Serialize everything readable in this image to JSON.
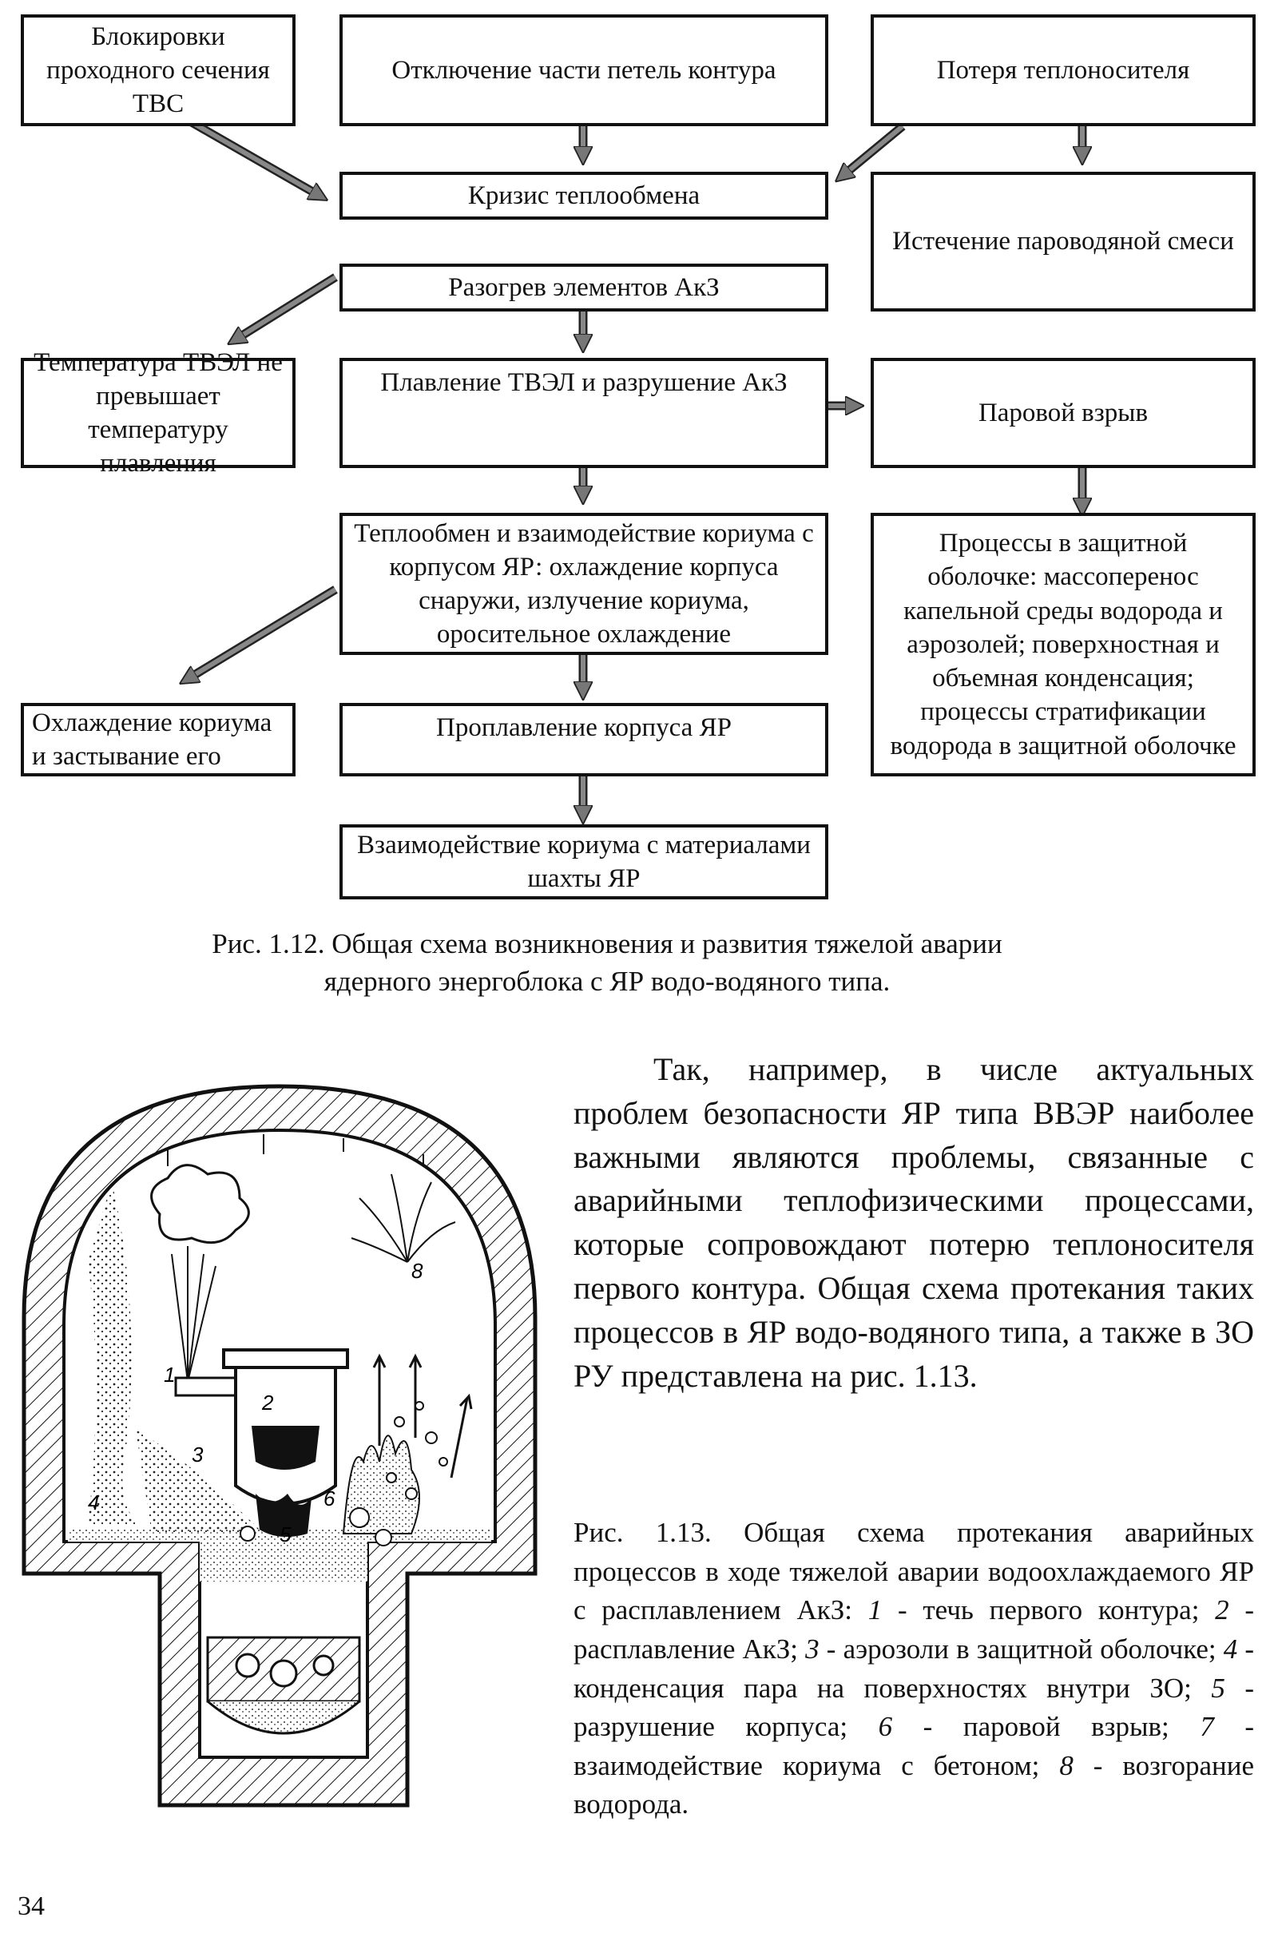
{
  "flowchart": {
    "boxes": {
      "blockage": "Блокировки проходного сечения ТВС",
      "loops_off": "Отключение части петель контура",
      "coolant_loss": "Потеря теплоносителя",
      "heat_crisis": "Кризис теплообмена",
      "steam_outflow": "Истечение пароводяной смеси",
      "core_heating": "Разогрев элементов АкЗ",
      "temp_ok": "Температура ТВЭЛ не превышает температуру плавления",
      "fuel_melting": "Плавление ТВЭЛ и разрушение АкЗ",
      "steam_explosion": "Паровой взрыв",
      "corium_vessel": "Теплообмен и взаимодействие кориума с корпусом ЯР: охлаждение корпуса снаружи, излучение кориума, оросительное охлаждение",
      "containment": "Процессы в защитной оболочке: массоперенос капельной среды водорода и аэрозолей; поверхностная и объемная конденсация; процессы стратификации водорода в защитной оболочке",
      "corium_cooling": "Охлаждение кориума и застывание его",
      "vessel_melt": "Проплавление корпуса ЯР",
      "corium_shaft": "Взаимодействие кориума с материалами шахты ЯР"
    },
    "caption_line1": "Рис. 1.12. Общая схема возникновения и развития тяжелой аварии",
    "caption_line2": "ядерного энергоблока с ЯР водо-водяного типа."
  },
  "figure": {
    "labels": [
      "1",
      "2",
      "3",
      "4",
      "5",
      "6",
      "8"
    ]
  },
  "body_text": "Так, например, в числе актуальных проблем безопасности ЯР типа ВВЭР наиболее важными являются проблемы, связанные с аварийными теплофизическими процессами, которые сопровождают потерю теплоносителя первого контура. Общая схема протекания таких процессов в ЯР водо-водяного типа, а также в ЗО РУ представлена на рис. 1.13.",
  "caption2": {
    "prefix": "Рис. 1.13. Общая схема протекания аварийных процессов в ходе тяжелой аварии водоохлаждаемого ЯР с расплавлением АкЗ:",
    "items": [
      {
        "n": "1",
        "t": " - течь первого контура;"
      },
      {
        "n": "2",
        "t": " - расплавление АкЗ;"
      },
      {
        "n": "3",
        "t": " - аэрозоли в защитной оболочке;"
      },
      {
        "n": "4",
        "t": " - конденсация пара на поверхностях внутри ЗО;"
      },
      {
        "n": "5",
        "t": " - разрушение корпуса;"
      },
      {
        "n": "6",
        "t": " - паровой взрыв;"
      },
      {
        "n": "7",
        "t": " - взаимодействие кориума с бетоном;"
      },
      {
        "n": "8",
        "t": " - возгорание водорода."
      }
    ]
  },
  "page_number": "34"
}
